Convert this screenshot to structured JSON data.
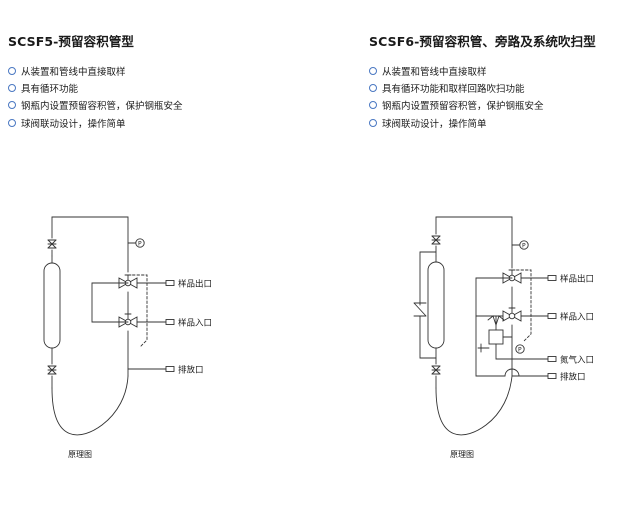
{
  "left": {
    "title": "SCSF5-预留容积管型",
    "features": [
      "从装置和管线中直接取样",
      "具有循环功能",
      "钢瓶内设置预留容积管，保护钢瓶安全",
      "球阀联动设计，操作简单"
    ],
    "diagram": {
      "outlet_label": "样品出口",
      "inlet_label": "样品入口",
      "drain_label": "排放口",
      "gauge_label": "P",
      "caption": "原理图"
    }
  },
  "right": {
    "title": "SCSF6-预留容积管、旁路及系统吹扫型",
    "features": [
      "从装置和管线中直接取样",
      "具有循环功能和取样回路吹扫功能",
      "钢瓶内设置预留容积管，保护钢瓶安全",
      "球阀联动设计，操作简单"
    ],
    "diagram": {
      "outlet_label": "样品出口",
      "inlet_label": "样品入口",
      "nitrogen_label": "氮气入口",
      "drain_label": "排放口",
      "gauge_label": "P",
      "caption": "原理图"
    }
  },
  "colors": {
    "bullet": "#4a78c2",
    "line": "#333333",
    "text": "#1a1a1a"
  }
}
